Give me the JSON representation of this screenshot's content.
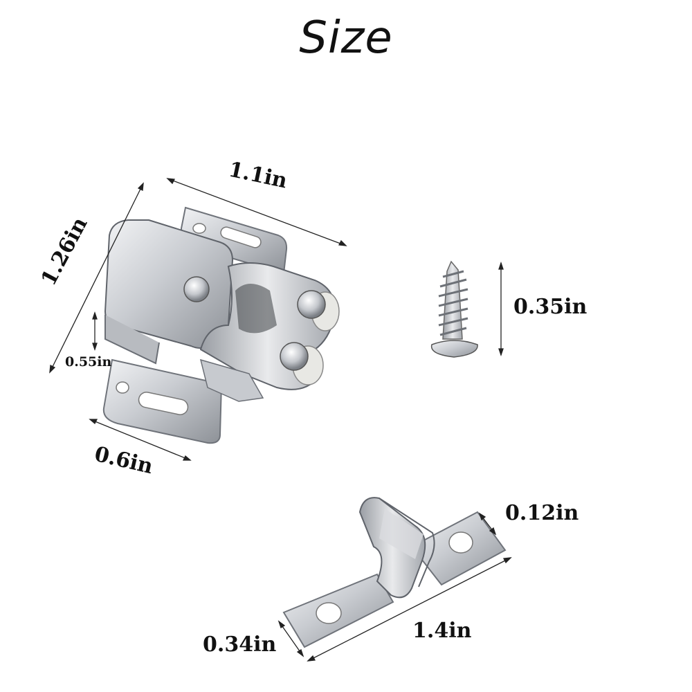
{
  "title": "Size",
  "dimensions": {
    "catch_length": "1.1in",
    "catch_height": "1.26in",
    "catch_depth": "0.55in",
    "catch_base_width": "0.6in",
    "screw_length": "0.35in",
    "strike_thickness": "0.12in",
    "strike_width": "0.34in",
    "strike_length": "1.4in"
  }
}
